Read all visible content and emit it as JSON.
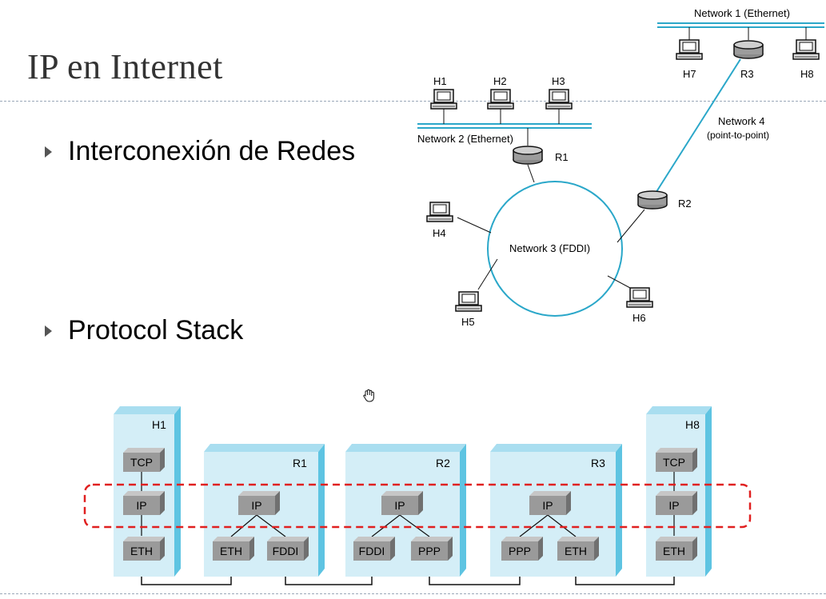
{
  "slide": {
    "title": "IP en Internet",
    "bullets": [
      "Interconexión de Redes",
      "Protocol Stack"
    ]
  },
  "network_diagram": {
    "networks": {
      "n1": "Network 1 (Ethernet)",
      "n2": "Network 2 (Ethernet)",
      "n3": "Network 3 (FDDI)",
      "n4_line1": "Network 4",
      "n4_line2": "(point-to-point)"
    },
    "hosts": [
      "H1",
      "H2",
      "H3",
      "H4",
      "H5",
      "H6",
      "H7",
      "H8"
    ],
    "routers": [
      "R1",
      "R2",
      "R3"
    ]
  },
  "protocol_stack": {
    "nodes": [
      {
        "label": "H1",
        "layers": [
          "TCP",
          "IP",
          "ETH"
        ]
      },
      {
        "label": "R1",
        "layers": [
          "IP",
          "ETH",
          "FDDI"
        ]
      },
      {
        "label": "R2",
        "layers": [
          "IP",
          "FDDI",
          "PPP"
        ]
      },
      {
        "label": "R3",
        "layers": [
          "IP",
          "PPP",
          "ETH"
        ]
      },
      {
        "label": "H8",
        "layers": [
          "TCP",
          "IP",
          "ETH"
        ]
      }
    ]
  },
  "colors": {
    "cyan_line": "#2aa7c9",
    "panel_face": "#d4eef7",
    "panel_side": "#5ec4e2",
    "box_face": "#9a9a9a",
    "box_top": "#c6c6c6",
    "highlight": "#e02020"
  }
}
